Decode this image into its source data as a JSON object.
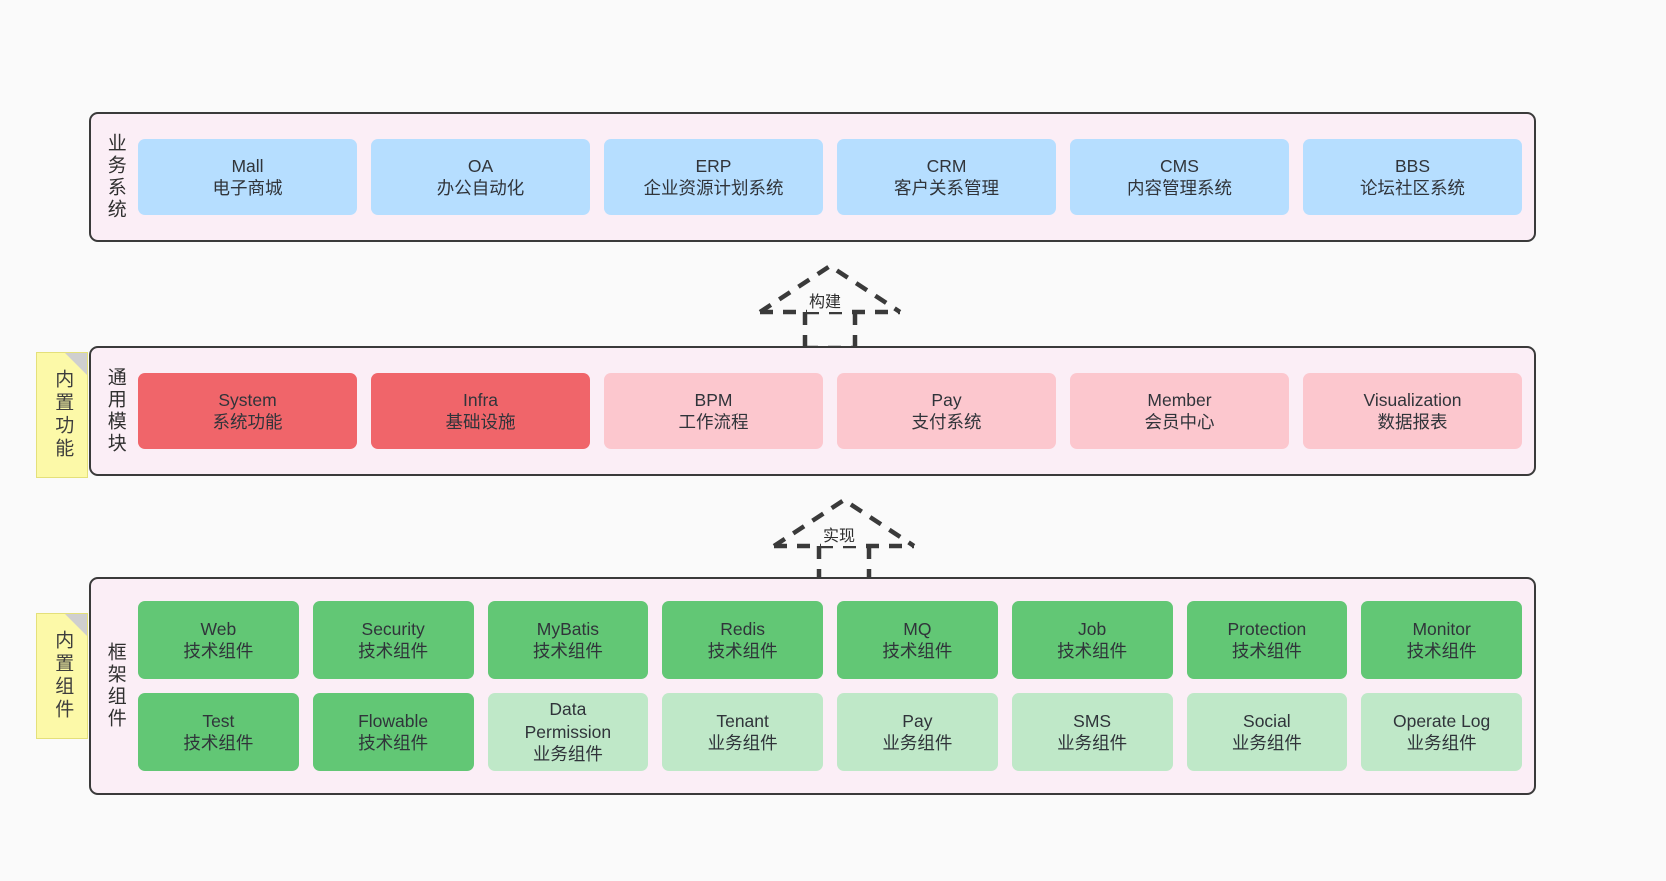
{
  "diagram": {
    "title_visible": false,
    "colors": {
      "panel_bg": "#fbeef6",
      "panel_border": "#3a3a3a",
      "business": "#b6deff",
      "module_primary": "#f0656a",
      "module_secondary": "#fcc7ce",
      "tech_component": "#62c775",
      "biz_component": "#bfe8c8",
      "sticky": "#fcf9a8",
      "canvas": "#fafafa"
    }
  },
  "notes": [
    {
      "id": "builtin-function",
      "text": "内置功能"
    },
    {
      "id": "builtin-component",
      "text": "内置组件"
    }
  ],
  "layers": [
    {
      "id": "business-system",
      "title": "业务系统",
      "rows": [
        {
          "style": "blue",
          "cards": [
            {
              "name": "Mall",
              "desc": "电子商城"
            },
            {
              "name": "OA",
              "desc": "办公自动化"
            },
            {
              "name": "ERP",
              "desc": "企业资源计划系统"
            },
            {
              "name": "CRM",
              "desc": "客户关系管理"
            },
            {
              "name": "CMS",
              "desc": "内容管理系统"
            },
            {
              "name": "BBS",
              "desc": "论坛社区系统"
            }
          ]
        }
      ]
    },
    {
      "id": "general-module",
      "title": "通用模块",
      "rows": [
        {
          "style": "mixed",
          "cards": [
            {
              "name": "System",
              "desc": "系统功能",
              "style": "red"
            },
            {
              "name": "Infra",
              "desc": "基础设施",
              "style": "red"
            },
            {
              "name": "BPM",
              "desc": "工作流程",
              "style": "pink"
            },
            {
              "name": "Pay",
              "desc": "支付系统",
              "style": "pink"
            },
            {
              "name": "Member",
              "desc": "会员中心",
              "style": "pink"
            },
            {
              "name": "Visualization",
              "desc": "数据报表",
              "style": "pink"
            }
          ]
        }
      ]
    },
    {
      "id": "framework-component",
      "title": "框架组件",
      "rows": [
        {
          "style": "green",
          "cards": [
            {
              "name": "Web",
              "desc": "技术组件"
            },
            {
              "name": "Security",
              "desc": "技术组件"
            },
            {
              "name": "MyBatis",
              "desc": "技术组件"
            },
            {
              "name": "Redis",
              "desc": "技术组件"
            },
            {
              "name": "MQ",
              "desc": "技术组件"
            },
            {
              "name": "Job",
              "desc": "技术组件"
            },
            {
              "name": "Protection",
              "desc": "技术组件"
            },
            {
              "name": "Monitor",
              "desc": "技术组件"
            }
          ]
        },
        {
          "style": "mixed-green",
          "cards": [
            {
              "name": "Test",
              "desc": "技术组件",
              "style": "green"
            },
            {
              "name": "Flowable",
              "desc": "技术组件",
              "style": "green"
            },
            {
              "name": "Data Permission",
              "desc": "业务组件",
              "style": "lightgreen"
            },
            {
              "name": "Tenant",
              "desc": "业务组件",
              "style": "lightgreen"
            },
            {
              "name": "Pay",
              "desc": "业务组件",
              "style": "lightgreen"
            },
            {
              "name": "SMS",
              "desc": "业务组件",
              "style": "lightgreen"
            },
            {
              "name": "Social",
              "desc": "业务组件",
              "style": "lightgreen"
            },
            {
              "name": "Operate Log",
              "desc": "业务组件",
              "style": "lightgreen"
            }
          ]
        }
      ]
    }
  ],
  "connectors": [
    {
      "id": "build",
      "label": "构建",
      "from": "general-module",
      "to": "business-system",
      "style": "dashed-generalization"
    },
    {
      "id": "implement",
      "label": "实现",
      "from": "framework-component",
      "to": "general-module",
      "style": "dashed-generalization"
    }
  ]
}
